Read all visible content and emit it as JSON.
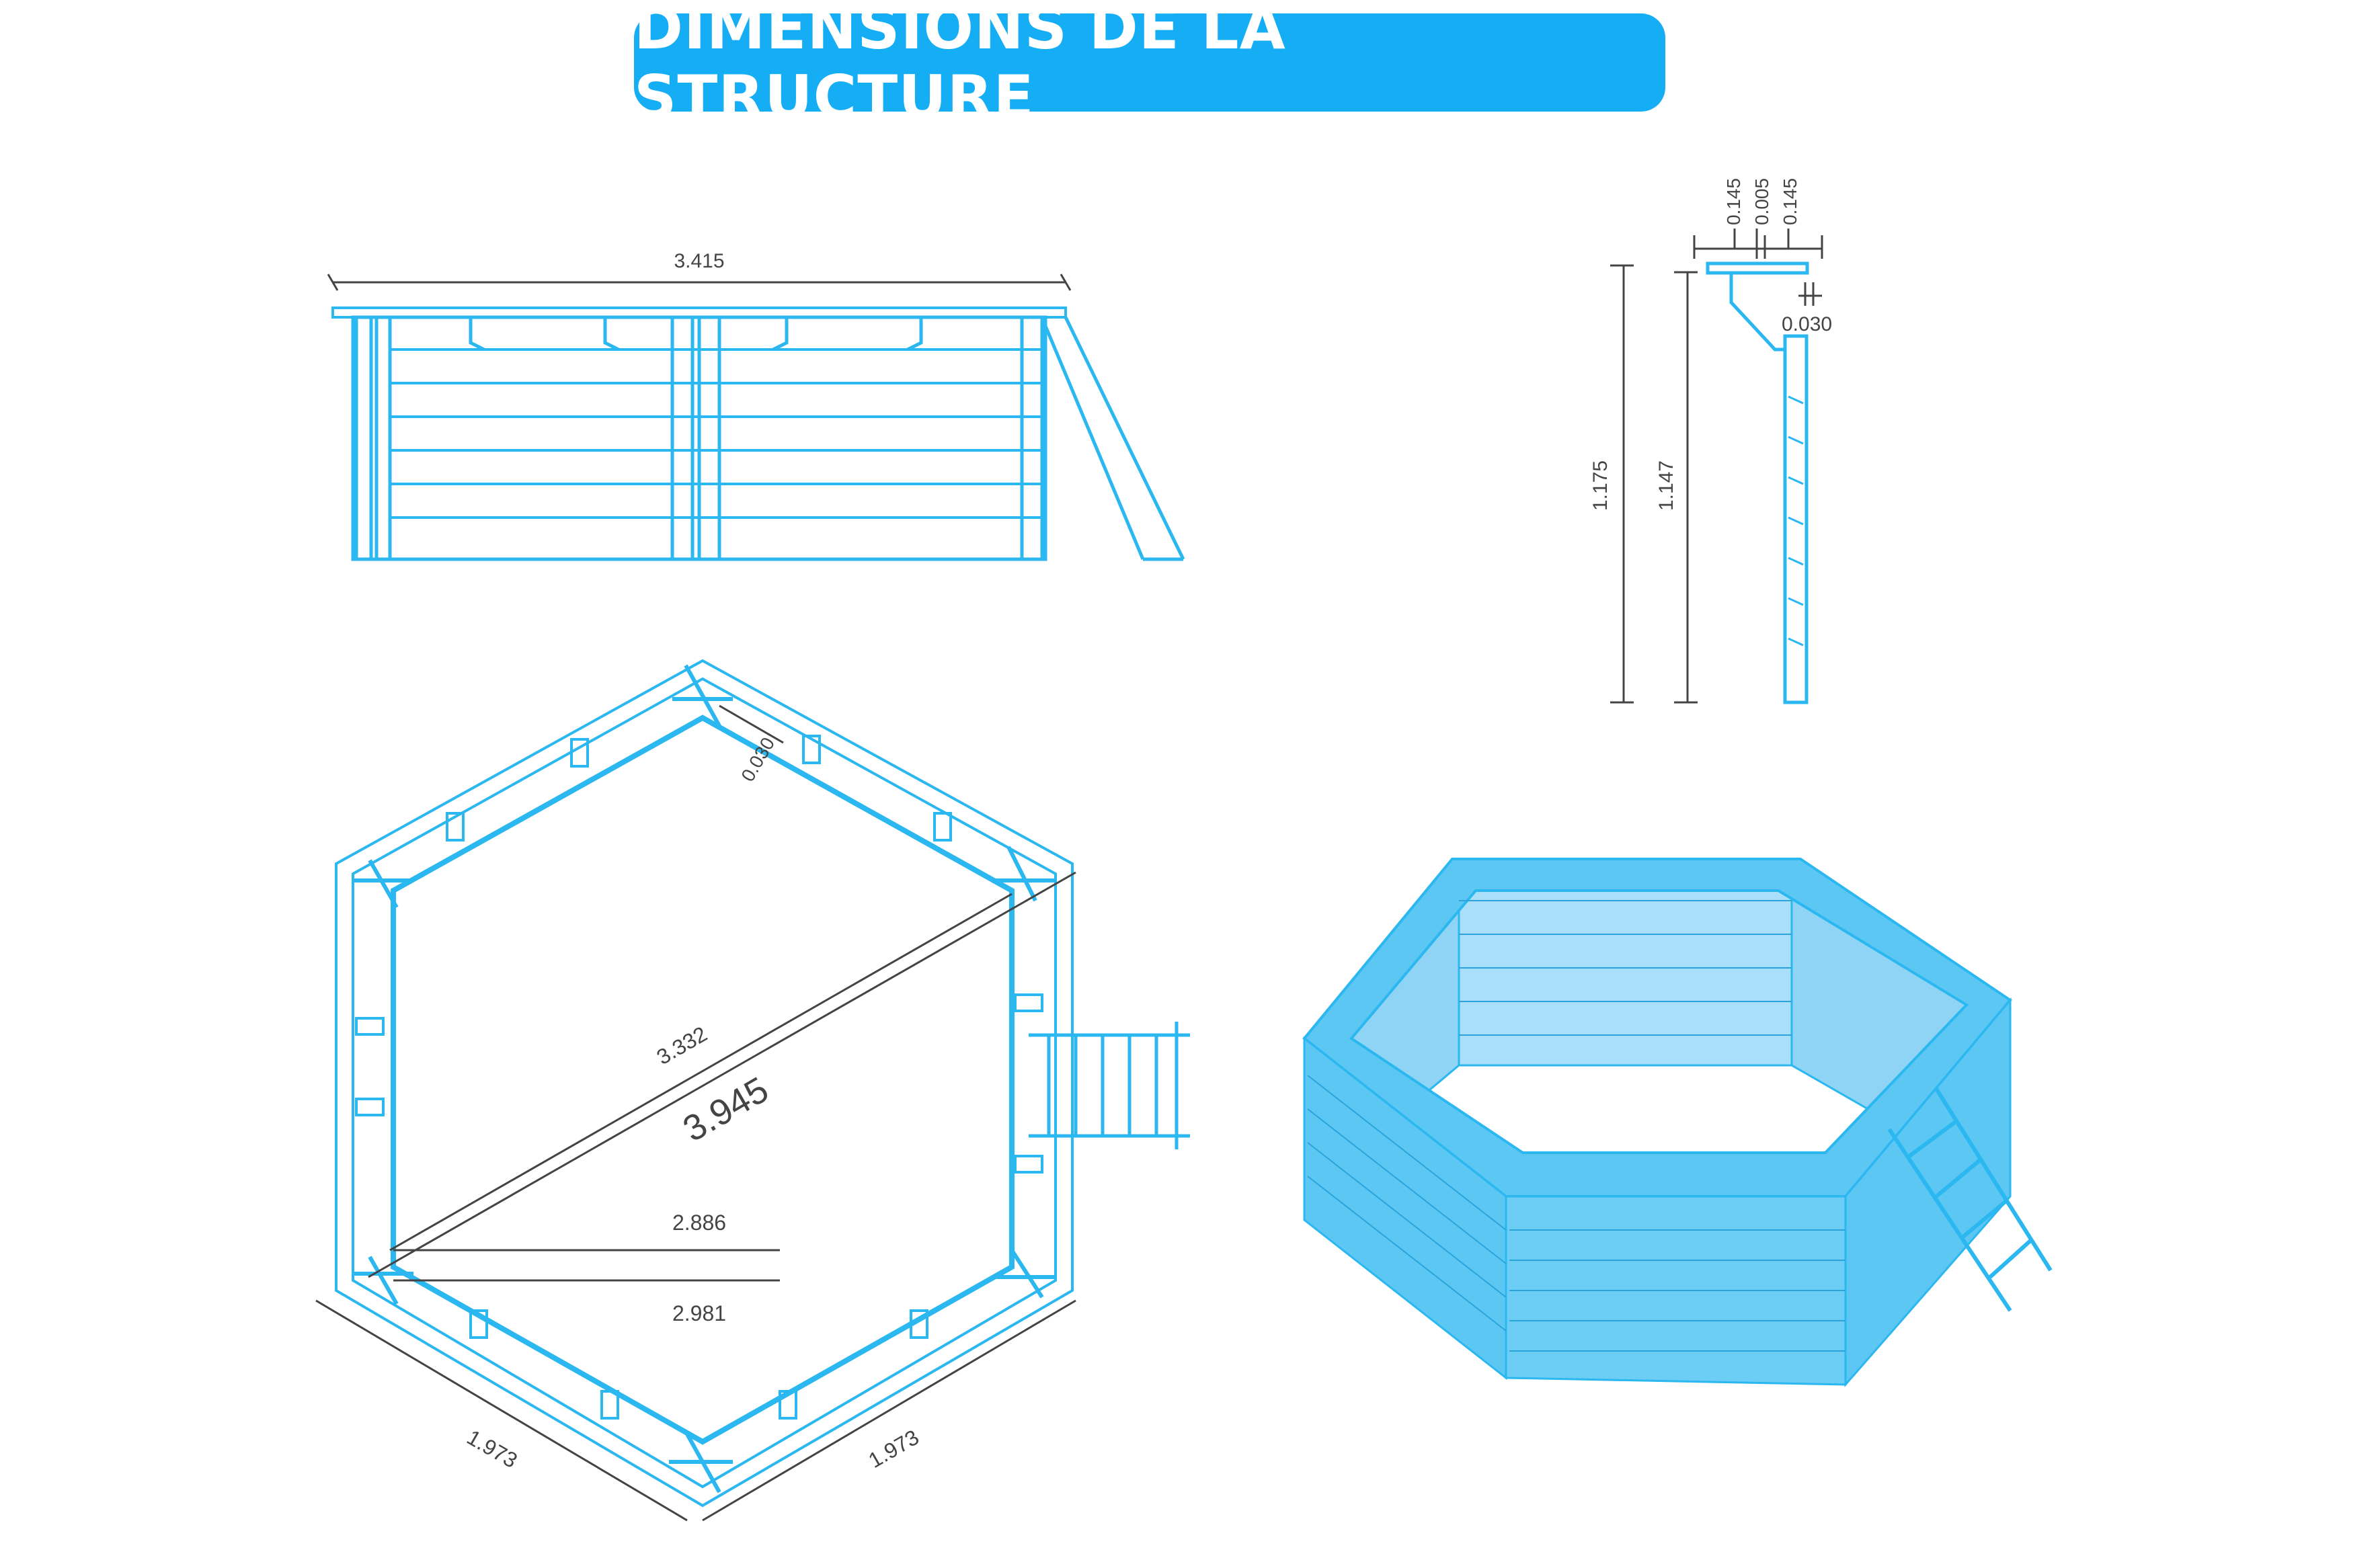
{
  "title": "DIMENSIONS DE LA STRUCTURE",
  "colors": {
    "accent": "#15aef5",
    "line": "#2bb7f0",
    "dimension": "#444444",
    "fill": "#5cc7f3"
  },
  "elevation": {
    "width_label": "3.415"
  },
  "section": {
    "top_labels": [
      "0.145",
      "0.005",
      "0.145"
    ],
    "offset_label": "0.030",
    "height_outer": "1.175",
    "height_inner": "1.147"
  },
  "plan": {
    "offset_label": "0.030",
    "inner_diagonal": "3.332",
    "outer_diagonal": "3.945",
    "inner_width": "2.886",
    "outer_width": "2.981",
    "side_left": "1.973",
    "side_right": "1.973"
  }
}
